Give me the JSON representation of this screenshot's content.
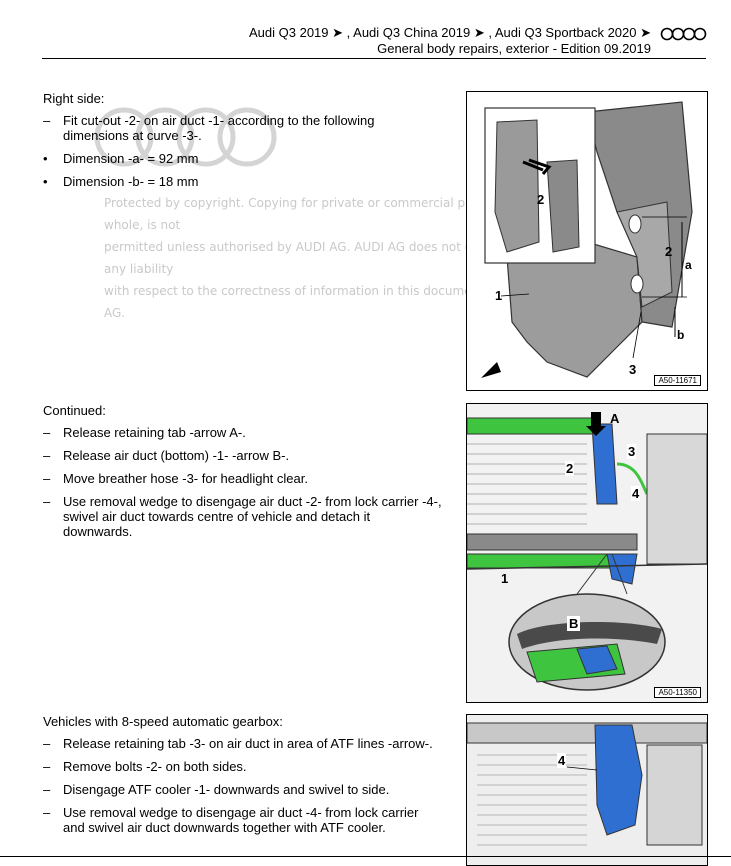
{
  "header": {
    "line1": "Audi Q3 2019 ➤ , Audi Q3 China 2019 ➤ , Audi Q3 Sportback 2020 ➤",
    "line2": "General body repairs, exterior - Edition 09.2019"
  },
  "watermark": {
    "line1": "Protected by copyright. Copying for private or commercial purposes, in part or in whole, is not",
    "line2": "permitted unless authorised by AUDI AG. AUDI AG does not guarantee or accept any liability",
    "line3": "with respect to the correctness of information in this document. Copyright by AUDI AG."
  },
  "section1": {
    "title": "Right side:",
    "items": [
      {
        "marker": "–",
        "text": "Fit cut-out -2- on air duct -1- according to the following dimensions at curve -3-."
      },
      {
        "marker": "•",
        "text": "Dimension -a- = 92 mm"
      },
      {
        "marker": "•",
        "text": "Dimension -b- = 18 mm"
      }
    ],
    "figure": {
      "code": "A50-11671",
      "labels": {
        "n1": "1",
        "n2": "2",
        "n2b": "2",
        "n3": "3",
        "a": "a",
        "b": "b"
      }
    }
  },
  "section2": {
    "title": "Continued:",
    "items": [
      {
        "marker": "–",
        "text": "Release retaining tab -arrow A-."
      },
      {
        "marker": "–",
        "text": "Release air duct (bottom) -1- -arrow B-."
      },
      {
        "marker": "–",
        "text": "Move breather hose -3- for headlight clear."
      },
      {
        "marker": "–",
        "text": "Use removal wedge to disengage air duct -2- from lock carrier -4-, swivel air duct towards centre of vehicle and detach it downwards."
      }
    ],
    "figure": {
      "code": "A50-11350",
      "labels": {
        "A": "A",
        "B": "B",
        "n1": "1",
        "n2": "2",
        "n3": "3",
        "n4": "4"
      }
    }
  },
  "section3": {
    "title": "Vehicles with 8-speed automatic gearbox:",
    "items": [
      {
        "marker": "–",
        "text": "Release retaining tab -3- on air duct in area of ATF lines -arrow-."
      },
      {
        "marker": "–",
        "text": "Remove bolts -2- on both sides."
      },
      {
        "marker": "–",
        "text": "Disengage ATF cooler -1- downwards and swivel to side."
      },
      {
        "marker": "–",
        "text": "Use removal wedge to disengage air duct -4- from lock carrier and swivel air duct downwards together with ATF cooler."
      }
    ],
    "figure": {
      "labels": {
        "n4": "4"
      }
    }
  },
  "colors": {
    "green": "#3ec43e",
    "blue": "#2f6fd1",
    "grey": "#8a8a8a"
  }
}
